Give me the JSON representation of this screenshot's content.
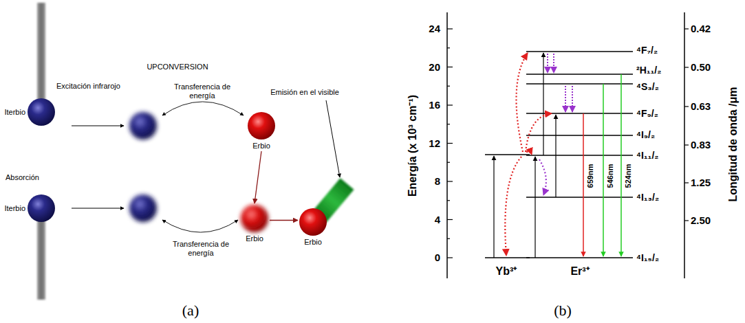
{
  "diagram": {
    "caption": "(a) (b)",
    "nodes": [
      {
        "text": [
          "Iterbio"
        ]
      },
      {
        "text": [
          "Erbio"
        ]
      },
      {
        "text": [
          "Iterbio"
        ]
      },
      {
        "text": [
          "Erbio"
        ]
      },
      {
        "text": [
          "Erbio"
        ]
      }
    ],
    "edges": [
      {
        "from": 1,
        "to": 3,
        "arrow": "to"
      },
      {
        "from": 3,
        "to": 4,
        "arrow": "to"
      }
    ],
    "labels": [
      "UPCONVERSION",
      "Excitación infrarojo",
      "Transferencia de energía",
      "Emisión en el visible",
      "Absorción",
      "Transferencia de energía",
      "(a)",
      "24",
      "20",
      "16",
      "12",
      "8",
      "4",
      "0",
      "Energía (x 10³ cm⁻¹)",
      "0.42",
      "0.50",
      "0.63",
      "0.83",
      "1.25",
      "2.50",
      "Longitud de onda /μm",
      "⁴F₇/₂",
      "²H₁₁/₂",
      "⁴S₃/₂",
      "⁴F₉/₂",
      "⁴I₉/₂",
      "⁴I₁₁/₂",
      "⁴I₁₃/₂",
      "⁴I₁₅/₂",
      "659nm",
      "546nm",
      "524nm",
      "Yb³⁺",
      "Er³⁺",
      "(b)"
    ]
  }
}
